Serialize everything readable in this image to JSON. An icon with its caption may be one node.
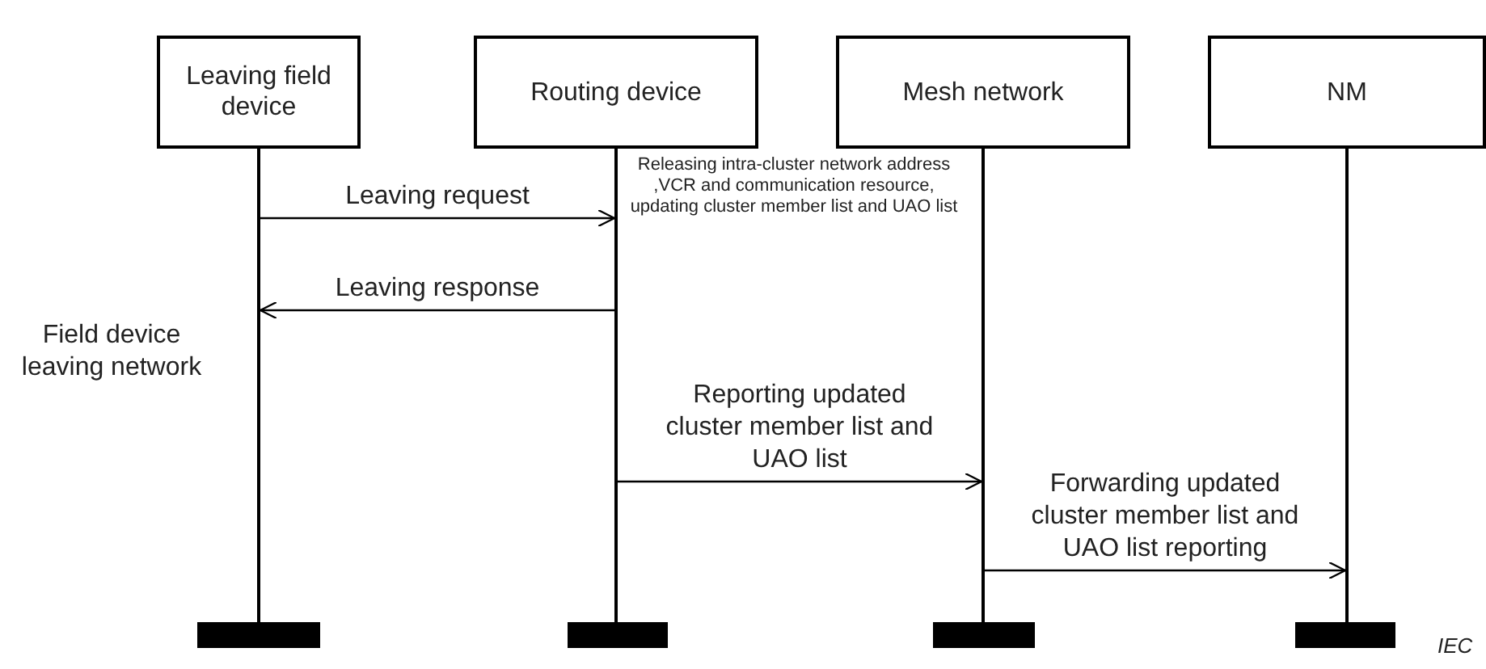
{
  "diagram": {
    "nodes": [
      {
        "text": [
          "Leaving field device"
        ]
      },
      {
        "text": [
          "Routing device"
        ]
      },
      {
        "text": [
          "Mesh network"
        ]
      },
      {
        "text": [
          "NM"
        ]
      },
      {
        "text": [],
        "shape": "line"
      },
      {
        "text": [],
        "shape": "line"
      },
      {
        "text": [],
        "shape": "line"
      },
      {
        "text": [],
        "shape": "line"
      },
      {
        "text": [],
        "shape": "bar"
      },
      {
        "text": [],
        "shape": "bar"
      },
      {
        "text": [],
        "shape": "bar"
      },
      {
        "text": [],
        "shape": "bar"
      }
    ],
    "edges": [
      {
        "from": 4,
        "to": 5,
        "arrow": "to",
        "label": "Leaving request"
      },
      {
        "from": 5,
        "to": 4,
        "arrow": "to",
        "label": "Leaving response"
      },
      {
        "from": 5,
        "to": 6,
        "arrow": "to",
        "label": "Reporting updated cluster member list and UAO list"
      },
      {
        "from": 6,
        "to": 7,
        "arrow": "to",
        "label": "Forwarding updated cluster member list and UAO list reporting"
      }
    ],
    "labels": [
      "Releasing intra-cluster network  address ,VCR and communication resource, updating cluster member list and UAO list",
      "Field device leaving network",
      "IEC"
    ]
  }
}
